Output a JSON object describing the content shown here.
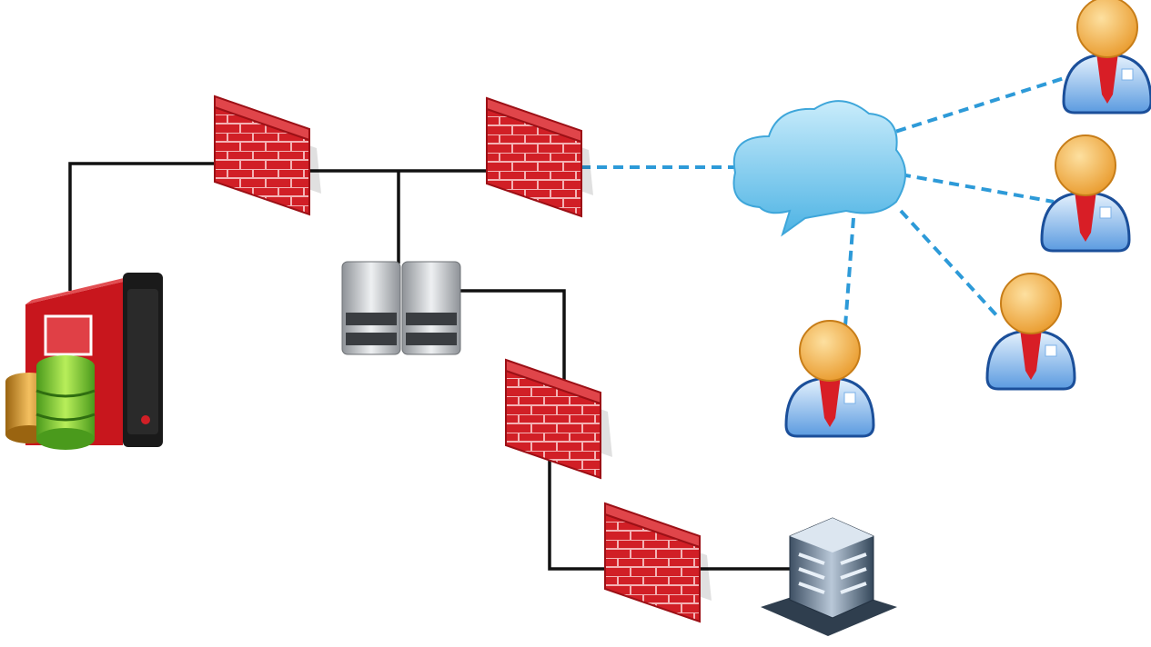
{
  "diagram": {
    "nodes": [
      {
        "id": "database-server",
        "icon": "database-server-icon",
        "color": "#c8161d"
      },
      {
        "id": "firewall-1",
        "icon": "firewall-icon",
        "color": "#c8161d"
      },
      {
        "id": "firewall-2",
        "icon": "firewall-icon",
        "color": "#c8161d"
      },
      {
        "id": "server-rack",
        "icon": "server-rack-icon",
        "color": "#b9bcc0"
      },
      {
        "id": "firewall-3",
        "icon": "firewall-icon",
        "color": "#c8161d"
      },
      {
        "id": "firewall-4",
        "icon": "firewall-icon",
        "color": "#c8161d"
      },
      {
        "id": "office-building",
        "icon": "office-building-icon",
        "color": "#7d8fa3"
      },
      {
        "id": "internet-cloud",
        "icon": "cloud-icon",
        "color": "#6fc3ea"
      },
      {
        "id": "remote-user-1",
        "icon": "user-icon",
        "color": "#5aa0e0"
      },
      {
        "id": "remote-user-2",
        "icon": "user-icon",
        "color": "#5aa0e0"
      },
      {
        "id": "remote-user-3",
        "icon": "user-icon",
        "color": "#5aa0e0"
      },
      {
        "id": "remote-user-4",
        "icon": "user-icon",
        "color": "#5aa0e0"
      }
    ],
    "connections": [
      {
        "from": "database-server",
        "to": "firewall-1",
        "style": "solid",
        "color": "#111111"
      },
      {
        "from": "firewall-1",
        "to": "firewall-2",
        "style": "solid",
        "color": "#111111"
      },
      {
        "from": "firewall-1",
        "to": "server-rack",
        "style": "solid",
        "color": "#111111"
      },
      {
        "from": "server-rack",
        "to": "firewall-3",
        "style": "solid",
        "color": "#111111"
      },
      {
        "from": "firewall-3",
        "to": "firewall-4",
        "style": "solid",
        "color": "#111111"
      },
      {
        "from": "firewall-4",
        "to": "office-building",
        "style": "solid",
        "color": "#111111"
      },
      {
        "from": "firewall-2",
        "to": "internet-cloud",
        "style": "dashed",
        "color": "#2d9ad8"
      },
      {
        "from": "internet-cloud",
        "to": "remote-user-1",
        "style": "dashed",
        "color": "#2d9ad8"
      },
      {
        "from": "internet-cloud",
        "to": "remote-user-2",
        "style": "dashed",
        "color": "#2d9ad8"
      },
      {
        "from": "internet-cloud",
        "to": "remote-user-3",
        "style": "dashed",
        "color": "#2d9ad8"
      },
      {
        "from": "internet-cloud",
        "to": "remote-user-4",
        "style": "dashed",
        "color": "#2d9ad8"
      }
    ]
  }
}
